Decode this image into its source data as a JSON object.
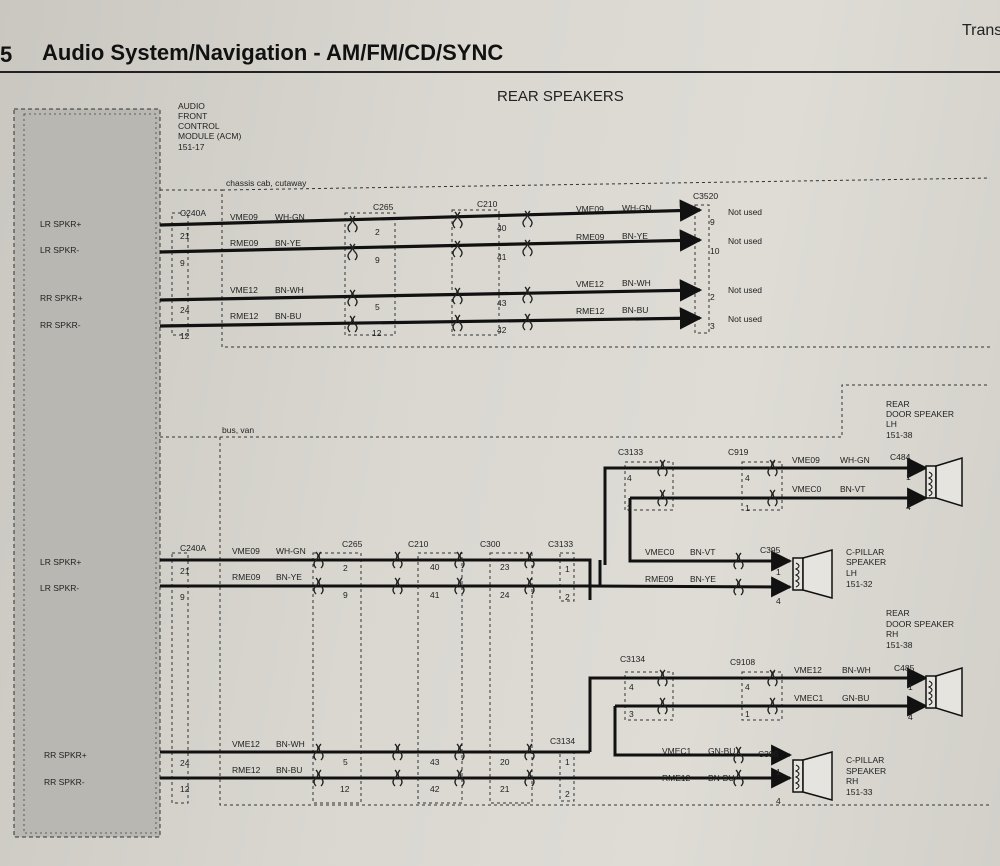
{
  "header": {
    "page_number": "5",
    "title": "Audio System/Navigation - AM/FM/CD/SYNC",
    "corner_label": "Trans"
  },
  "diagram": {
    "title": "REAR SPEAKERS",
    "module": {
      "label_lines": [
        "AUDIO",
        "FRONT",
        "CONTROL",
        "MODULE (ACM)",
        "151-17"
      ]
    },
    "variants": {
      "chassis": "chassis cab, cutaway",
      "bus": "bus, van"
    },
    "module_pins": {
      "lr_pos": "LR SPKR+",
      "lr_neg": "LR SPKR-",
      "rr_pos": "RR SPKR+",
      "rr_neg": "RR SPKR-"
    },
    "connectors": {
      "c240a": "C240A",
      "c265": "C265",
      "c210": "C210",
      "c300": "C300",
      "c3520": "C3520",
      "c3133": "C3133",
      "c3134": "C3134",
      "c919": "C919",
      "c9108": "C9108",
      "c484": "C484",
      "c485": "C485",
      "c395": "C395",
      "c396": "C396"
    },
    "circuits": {
      "vme09": "VME09",
      "rme09": "RME09",
      "vme12": "VME12",
      "rme12": "RME12",
      "vmec0": "VMEC0",
      "vmec1": "VMEC1"
    },
    "colors": {
      "wh_gn": "WH-GN",
      "bn_ye": "BN-YE",
      "bn_wh": "BN-WH",
      "bn_bu": "BN-BU",
      "bn_vt": "BN-VT",
      "gn_bu": "GN-BU"
    },
    "not_used": "Not used",
    "pins": {
      "p1": "1",
      "p2": "2",
      "p3": "3",
      "p4": "4",
      "p5": "5",
      "p9": "9",
      "p10": "10",
      "p12": "12",
      "p20": "20",
      "p21": "21",
      "p23": "23",
      "p24": "24",
      "p40": "40",
      "p41": "41",
      "p42": "42",
      "p43": "43"
    },
    "speakers": {
      "rear_door_lh": [
        "REAR",
        "DOOR SPEAKER",
        "LH",
        "151-38"
      ],
      "c_pillar_lh": [
        "C-PILLAR",
        "SPEAKER",
        "LH",
        "151-32"
      ],
      "rear_door_rh": [
        "REAR",
        "DOOR SPEAKER",
        "RH",
        "151-38"
      ],
      "c_pillar_rh": [
        "C-PILLAR",
        "SPEAKER",
        "RH",
        "151-33"
      ]
    }
  }
}
